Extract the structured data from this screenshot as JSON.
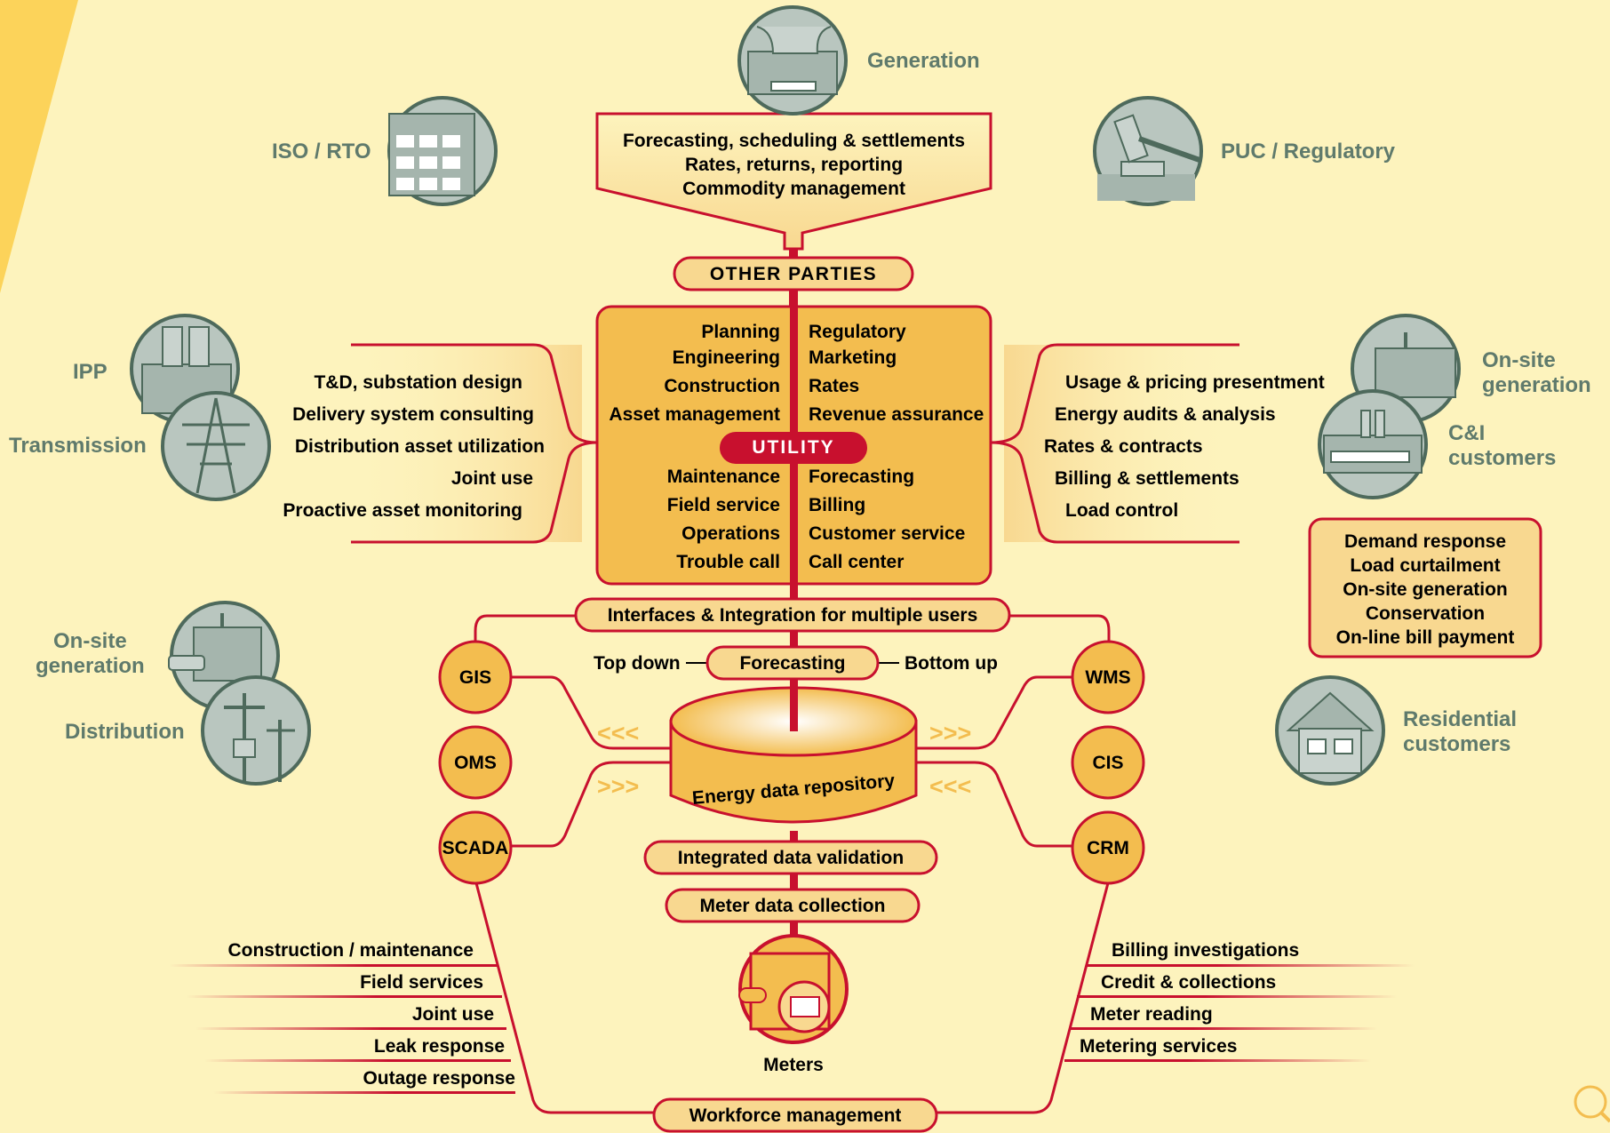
{
  "parties": {
    "generation": "Generation",
    "iso_rto": "ISO / RTO",
    "puc": "PUC / Regulatory",
    "ipp": "IPP",
    "transmission": "Transmission",
    "onsite_left": "On-site\ngeneration",
    "distribution": "Distribution",
    "onsite_right": "On-site\ngeneration",
    "ci_customers": "C&I\ncustomers",
    "residential": "Residential\ncustomers"
  },
  "top_box": {
    "lines": [
      "Forecasting, scheduling & settlements",
      "Rates, returns, reporting",
      "Commodity management"
    ]
  },
  "other_parties": "OTHER PARTIES",
  "utility": {
    "label": "UTILITY",
    "left_top": [
      "Planning",
      "Engineering",
      "Construction",
      "Asset management"
    ],
    "right_top": [
      "Regulatory",
      "Marketing",
      "Rates",
      "Revenue assurance"
    ],
    "left_bottom": [
      "Maintenance",
      "Field service",
      "Operations",
      "Trouble call"
    ],
    "right_bottom": [
      "Forecasting",
      "Billing",
      "Customer service",
      "Call center"
    ]
  },
  "left_panel": [
    "T&D, substation design",
    "Delivery system consulting",
    "Distribution asset utilization",
    "Joint use",
    "Proactive asset monitoring"
  ],
  "right_panel": [
    "Usage & pricing presentment",
    "Energy audits & analysis",
    "Rates & contracts",
    "Billing & settlements",
    "Load control"
  ],
  "demand_box": [
    "Demand response",
    "Load curtailment",
    "On-site generation",
    "Conservation",
    "On-line bill payment"
  ],
  "interfaces": "Interfaces & Integration for multiple users",
  "forecasting": {
    "label": "Forecasting",
    "left": "Top down",
    "right": "Bottom up"
  },
  "left_nodes": [
    "GIS",
    "OMS",
    "SCADA"
  ],
  "right_nodes": [
    "WMS",
    "CIS",
    "CRM"
  ],
  "repository": "Energy data repository",
  "arrows": {
    "in": "<<<",
    "out": ">>>"
  },
  "validation": "Integrated data validation",
  "collection": "Meter data collection",
  "meters": "Meters",
  "workforce": "Workforce management",
  "bottom_left": [
    "Construction / maintenance",
    "Field services",
    "Joint use",
    "Leak response",
    "Outage response"
  ],
  "bottom_right": [
    "Billing investigations",
    "Credit & collections",
    "Meter reading",
    "Metering services"
  ],
  "colors": {
    "red": "#c8102e",
    "orange": "#f3bd4f",
    "green": "#5f7a6c",
    "bg": "#fdf3bd"
  }
}
